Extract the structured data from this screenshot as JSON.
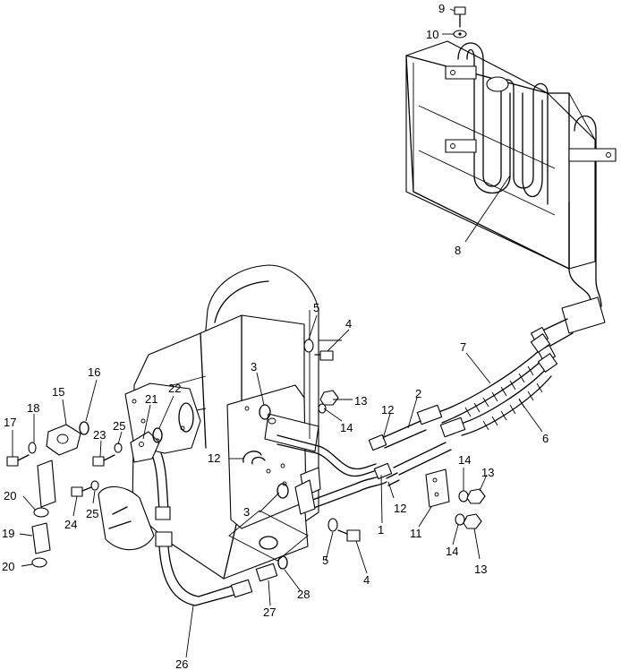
{
  "callouts": {
    "c1": "1",
    "c2": "2",
    "c3a": "3",
    "c3b": "3",
    "c4a": "4",
    "c4b": "4",
    "c5a": "5",
    "c5b": "5",
    "c6": "6",
    "c7": "7",
    "c8": "8",
    "c9": "9",
    "c10": "10",
    "c11": "11",
    "c12a": "12",
    "c12b": "12",
    "c12c": "12",
    "c13a": "13",
    "c13b": "13",
    "c13c": "13",
    "c14a": "14",
    "c14b": "14",
    "c14c": "14",
    "c15": "15",
    "c16": "16",
    "c17": "17",
    "c18": "18",
    "c19": "19",
    "c20a": "20",
    "c20b": "20",
    "c21": "21",
    "c22": "22",
    "c23": "23",
    "c24": "24",
    "c25a": "25",
    "c25b": "25",
    "c26": "26",
    "c27": "27",
    "c28": "28"
  }
}
